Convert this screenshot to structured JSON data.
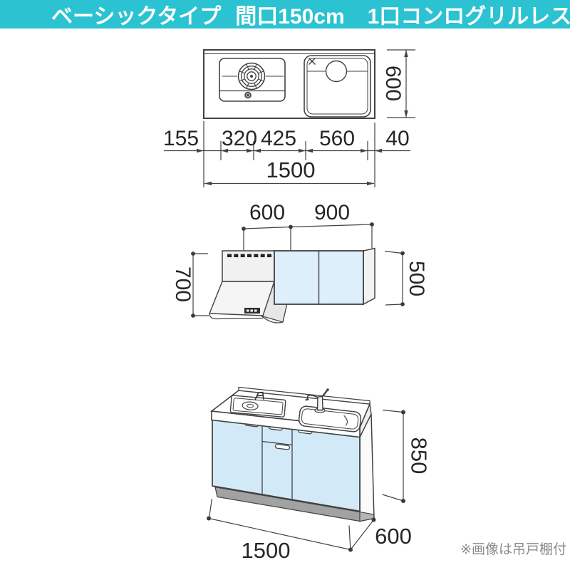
{
  "header": {
    "type_label": "ベーシックタイプ",
    "width_label": "間口150cm",
    "stove_label": "1口コンログリルレス"
  },
  "plan_view": {
    "depth": "600",
    "segments": [
      "155",
      "320",
      "425",
      "560",
      "40"
    ],
    "total_width": "1500"
  },
  "elevation_view": {
    "hood_width": "600",
    "wall_cabinet_width": "900",
    "hood_height": "700",
    "wall_cabinet_height": "500"
  },
  "perspective_view": {
    "height": "850",
    "width": "1500",
    "depth": "600"
  },
  "footnote": "※画像は吊戸棚付",
  "colors": {
    "header_bg": "#2bc2d1",
    "header_text": "#ffffff",
    "cabinet_fill_light_blue": "#d7edfa",
    "hood_gray": "#f0f0f0",
    "toe_kick_gray": "#a2a2a2",
    "line_color": "#424242",
    "note_gray": "#8a8a8a"
  }
}
